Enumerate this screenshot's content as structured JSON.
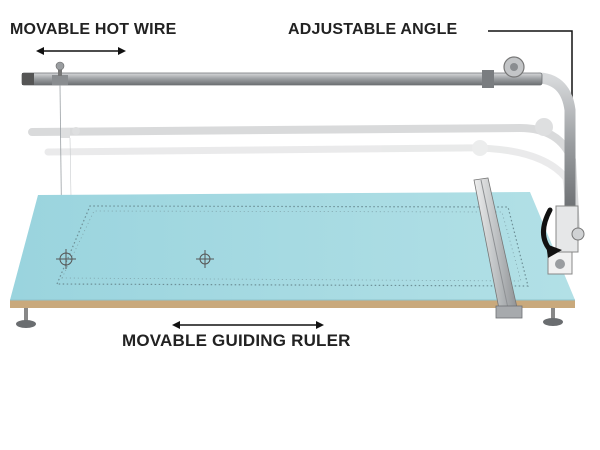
{
  "labels": {
    "hot_wire": "MOVABLE HOT WIRE",
    "angle": "ADJUSTABLE ANGLE",
    "ruler": "MOVABLE GUIDING RULER"
  },
  "colors": {
    "board": "#a6dbe3",
    "board_edge": "#c9a97c",
    "rail": "#8a8d90",
    "text": "#222222",
    "arrow": "#111111"
  }
}
